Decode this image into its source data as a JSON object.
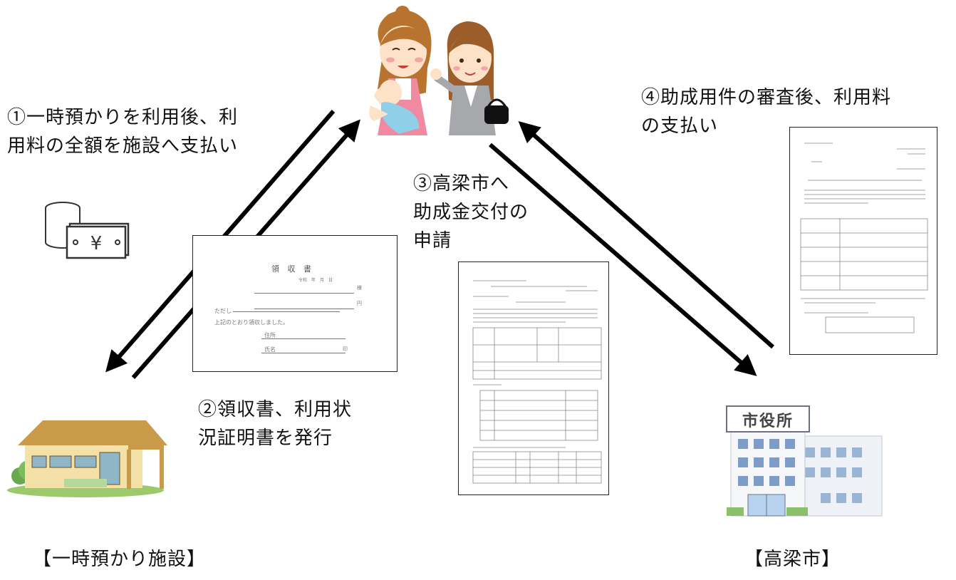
{
  "labels": {
    "step1": [
      "①一時預かりを利用後、利",
      "用料の全額を施設へ支払い"
    ],
    "step2": [
      "②領収書、利用状",
      "況証明書を発行"
    ],
    "step3": [
      "③高梁市へ",
      "助成金交付の",
      "申請"
    ],
    "step4": [
      "④助成用件の審査後、利用料",
      "の支払い"
    ],
    "facility": "【一時預かり施設】",
    "city": "【高梁市】"
  },
  "receipt": {
    "title": "領 収 書",
    "date": "令和　年　月　日",
    "addressee": "様",
    "amount": "円",
    "note": "ただし",
    "statement": "上記のとおり領収しました。",
    "address": "住所",
    "name": "氏名",
    "seal": "印"
  },
  "city_building": {
    "sign": "市役所"
  }
}
